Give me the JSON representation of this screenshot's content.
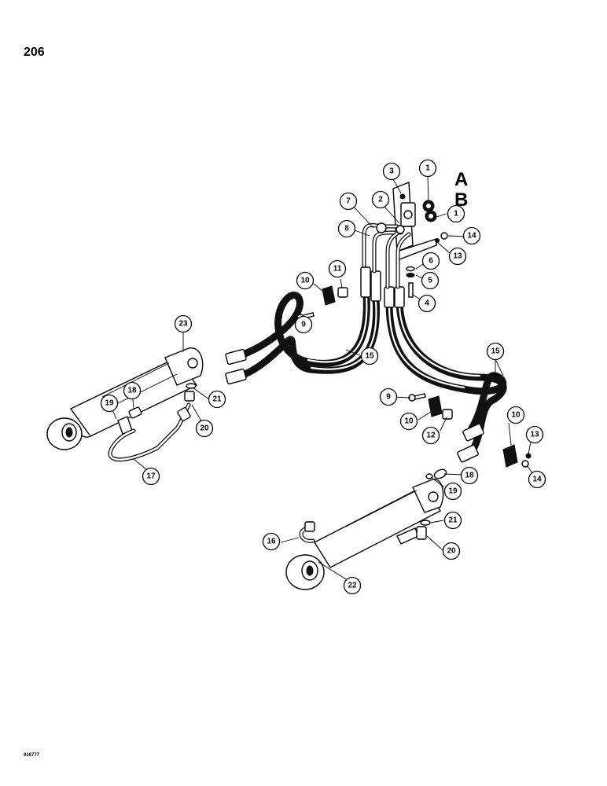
{
  "page": {
    "number": "206",
    "figure_code": "916777"
  },
  "port_labels": {
    "a": "A",
    "b": "B"
  },
  "callouts": {
    "c1_top": "1",
    "c1_right": "1",
    "c2": "2",
    "c3": "3",
    "c4": "4",
    "c5": "5",
    "c6": "6",
    "c7": "7",
    "c8": "8",
    "c9_upper": "9",
    "c9_lower": "9",
    "c10_upper": "10",
    "c10_lower": "10",
    "c10_right": "10",
    "c11": "11",
    "c12": "12",
    "c13_upper": "13",
    "c13_lower": "13",
    "c14_upper": "14",
    "c14_lower": "14",
    "c15_center": "15",
    "c15_right": "15",
    "c16": "16",
    "c17": "17",
    "c18_left": "18",
    "c18_right": "18",
    "c19_left": "19",
    "c19_right": "19",
    "c20_left": "20",
    "c20_right": "20",
    "c21_left": "21",
    "c21_right": "21",
    "c22": "22",
    "c23": "23"
  }
}
